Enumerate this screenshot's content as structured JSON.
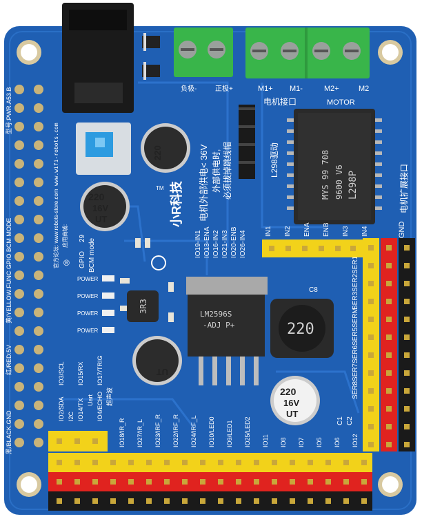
{
  "photo": {
    "subject": "motor driver expansion board photograph",
    "colors": {
      "pcb": "#1f5fb3",
      "pcb_dark": "#174a8f",
      "terminal": "#39b54a",
      "header_yellow": "#f2d21a",
      "header_red": "#e0231f",
      "header_black": "#1a1a1a",
      "chip": "#2a2a2a"
    }
  },
  "silkscreen": {
    "left_edge_1": "黑/BLACK:GND",
    "left_edge_2": "红/RED:5V",
    "left_edge_3": "黄/YELLOW:FUNC GPIO BCM MODE",
    "left_edge_4": "型号:PWR.A53.B",
    "url_1": "www.wifi-robots.com",
    "url_2": "官方论坛: www.robots-store.com",
    "url_3": "应用商城:",
    "negative_pole": "负极-",
    "warning_1": "电机外部供电< 36V",
    "warning_2": "外部供电时,",
    "warning_3": "必须拔掉跳线帽",
    "positive_pole": "正极+",
    "m1p": "M1+",
    "m1n": "M1-",
    "m2p": "M2+",
    "m2n": "M2",
    "motor_port": "电机接口",
    "motor": "MOTOR",
    "l298_label": "L298驱动",
    "expansion": "电机扩展接口",
    "gnd": "GND",
    "pin_in": [
      "IN1",
      "IN2",
      "ENA",
      "ENB",
      "IN3",
      "IN4"
    ],
    "mapping": [
      "IO19-IN1",
      "IO13-ENA",
      "IO16-IN2",
      "IO21-IN3",
      "IO20-ENB",
      "IO26-IN4"
    ],
    "gpio_label": "GPIO",
    "bcm_mode": "BCM mode",
    "gpio_num": "29",
    "power_leds": [
      "POWER",
      "POWER",
      "POWER",
      "POWER"
    ],
    "sensor_labels": [
      "IO18/IR_R",
      "IO27/IR_L",
      "IO23/IRF_R",
      "IO22/IRF_R",
      "IO24/IRF_L",
      "IO10/LED0",
      "IO9/LED1",
      "IO25/LED2"
    ],
    "spi_labels": [
      "IO11",
      "IO8",
      "IO7",
      "IO5",
      "IO6",
      "IO12"
    ],
    "ser_labels": [
      "SER1",
      "SER2",
      "SER3",
      "SERM",
      "SER5",
      "SER6",
      "SER7",
      "SER8"
    ],
    "i2c_labels": [
      "IO2/SDA",
      "IO3/SCL",
      "IO14/TX",
      "IO15/RX",
      "IO4/ECHO",
      "IO17/TRIG"
    ],
    "uart_text": "Uart",
    "i2c_text": "I2C",
    "ultrasonic": "超声波",
    "logo_text": "小R科技",
    "tm": "TM",
    "reg_text": "®",
    "c8": "C8",
    "c1": "C1",
    "c2": "C2"
  },
  "components": {
    "cap_values": [
      "220",
      "16V",
      "UT"
    ],
    "inductor_value": "220",
    "small_inductor": "3R3",
    "regulator_text": [
      "LM2596S",
      "-ADJ P+"
    ],
    "l298_text": [
      "L298P",
      "9600 V6",
      "MYS 99 708"
    ]
  }
}
